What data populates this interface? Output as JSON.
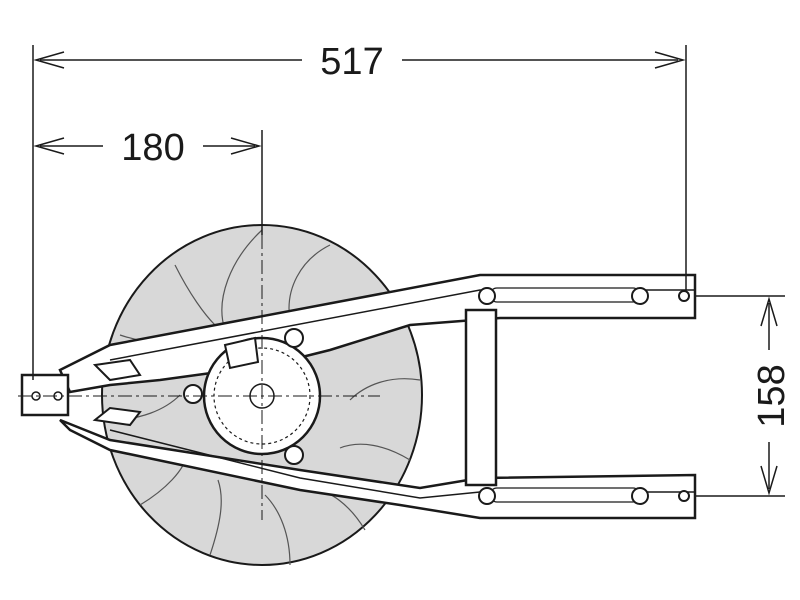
{
  "dimensions": {
    "overall_width": "517",
    "hub_offset": "180",
    "arm_spacing": "158"
  },
  "colors": {
    "line": "#1a1a1a",
    "fan_fill": "#d8d8d8",
    "background": "#ffffff"
  }
}
